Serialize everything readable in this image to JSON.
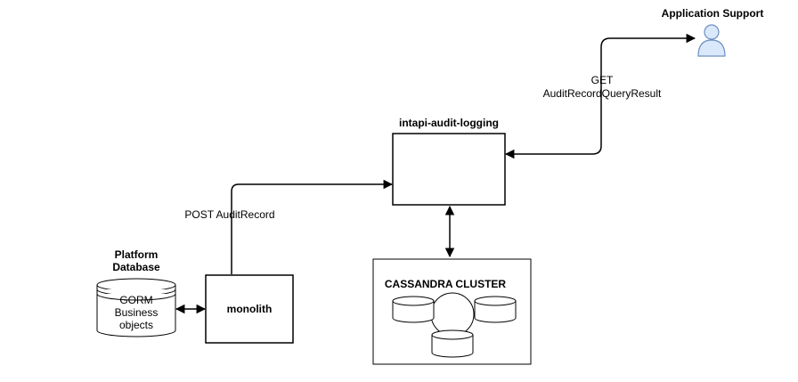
{
  "actor": {
    "label": "Application Support",
    "icon": "user-icon"
  },
  "service": {
    "label": "intapi-audit-logging"
  },
  "monolith": {
    "label": "monolith"
  },
  "platform_db": {
    "title_line1": "Platform",
    "title_line2": "Database",
    "content_line1": "GORM",
    "content_line2": "Business",
    "content_line3": "objects"
  },
  "cassandra": {
    "label": "CASSANDRA CLUSTER"
  },
  "edges": {
    "post": "POST AuditRecord",
    "get_line1": "GET",
    "get_line2": "AuditRecordQueryResult"
  },
  "colors": {
    "actor_fill": "#dae8fc",
    "actor_stroke": "#6c8ebf",
    "line": "#000000"
  }
}
